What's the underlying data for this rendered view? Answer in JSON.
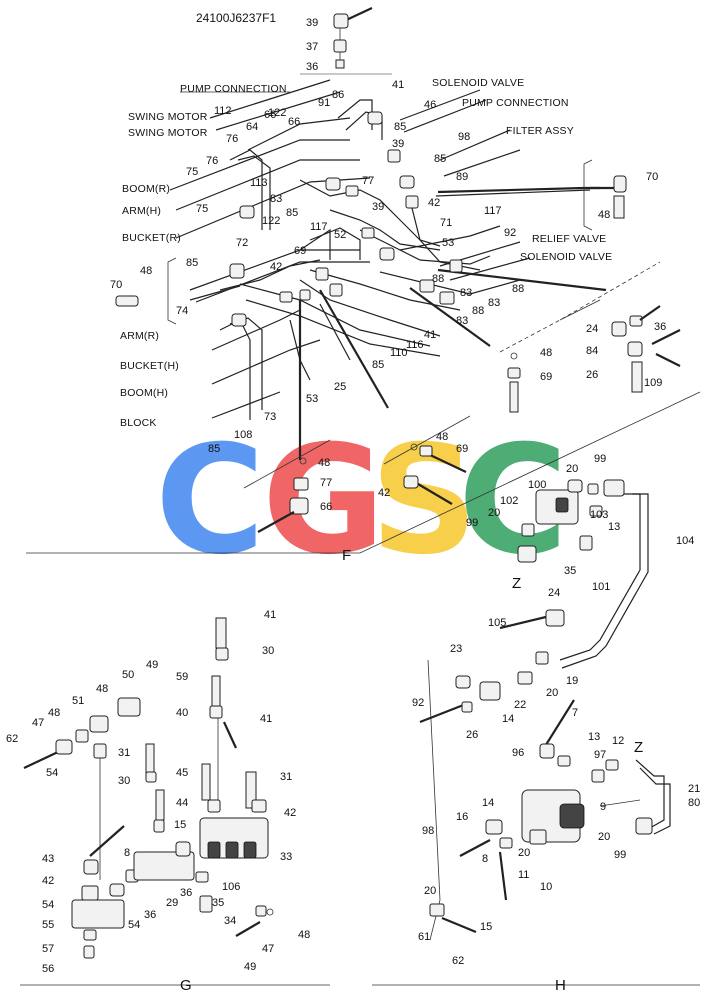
{
  "drawing_code": "24100J6237F1",
  "section_labels": {
    "F": "F",
    "G": "G",
    "H": "H",
    "Z1": "Z",
    "Z2": "Z"
  },
  "watermark": {
    "letters": [
      "C",
      "G",
      "S",
      "C"
    ],
    "colors": [
      "#4f8ff0",
      "#ef5a5a",
      "#f7cc3c",
      "#3fa66a"
    ]
  },
  "name_labels": {
    "pump_connection_top": "PUMP CONNECTION",
    "solenoid_valve_top": "SOLENOID VALVE",
    "pump_connection": "PUMP CONNECTION",
    "filter_assy": "FILTER ASSY",
    "swing_motor_1": "SWING MOTOR",
    "swing_motor_2": "SWING MOTOR",
    "boom_r": "BOOM(R)",
    "arm_h": "ARM(H)",
    "bucket_r": "BUCKET(R)",
    "relief_valve": "RELIEF VALVE",
    "solenoid_valve": "SOLENOID VALVE",
    "arm_r": "ARM(R)",
    "bucket_h": "BUCKET(H)",
    "boom_h": "BOOM(H)",
    "block": "BLOCK"
  },
  "part_numbers": {
    "top_stack": [
      "39",
      "37",
      "36"
    ],
    "main": [
      "41",
      "86",
      "91",
      "122",
      "66",
      "112",
      "64",
      "66",
      "46",
      "85",
      "39",
      "98",
      "85",
      "76",
      "77",
      "76",
      "89",
      "75",
      "113",
      "83",
      "39",
      "85",
      "42",
      "75",
      "122",
      "117",
      "117",
      "71",
      "72",
      "69",
      "52",
      "53",
      "92",
      "85",
      "42",
      "88",
      "88",
      "70",
      "48",
      "48",
      "70",
      "74",
      "88",
      "83",
      "83",
      "83",
      "41",
      "116",
      "110",
      "85",
      "25",
      "53",
      "73",
      "108",
      "85",
      "24",
      "36",
      "84",
      "26",
      "109",
      "48",
      "69"
    ],
    "section_f": [
      "48",
      "69",
      "42",
      "48",
      "77",
      "66",
      "20",
      "99",
      "100",
      "102",
      "103",
      "13",
      "20",
      "99",
      "35",
      "101",
      "104"
    ],
    "section_h": [
      "24",
      "105",
      "23",
      "22",
      "20",
      "19",
      "14",
      "92",
      "26",
      "7",
      "96",
      "13",
      "97",
      "12",
      "21",
      "80",
      "98",
      "16",
      "14",
      "9",
      "8",
      "11",
      "10",
      "20",
      "20",
      "99",
      "20",
      "61",
      "62",
      "15"
    ],
    "section_g": [
      "41",
      "30",
      "59",
      "49",
      "50",
      "51",
      "48",
      "47",
      "48",
      "62",
      "54",
      "40",
      "41",
      "31",
      "30",
      "31",
      "45",
      "44",
      "42",
      "15",
      "8",
      "43",
      "42",
      "33",
      "54",
      "55",
      "57",
      "56",
      "54",
      "36",
      "29",
      "36",
      "106",
      "35",
      "34",
      "48",
      "47",
      "49"
    ]
  }
}
